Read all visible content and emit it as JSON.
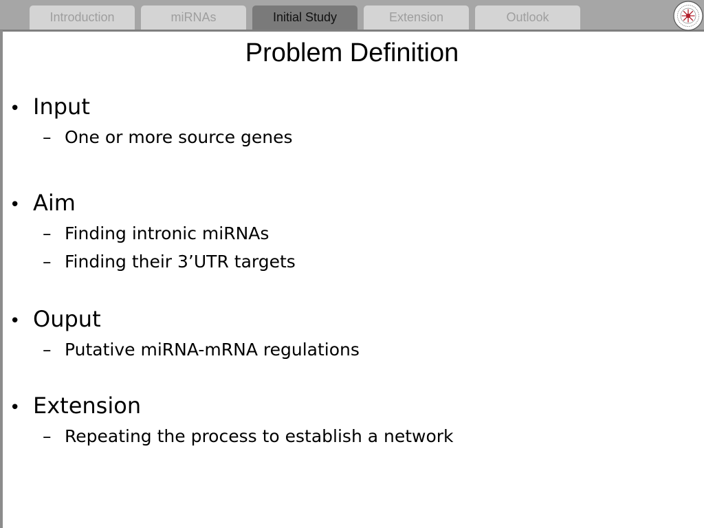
{
  "nav": {
    "tabs": [
      {
        "label": "Introduction",
        "active": false
      },
      {
        "label": "miRNAs",
        "active": false
      },
      {
        "label": "Initial Study",
        "active": true
      },
      {
        "label": "Extension",
        "active": false
      },
      {
        "label": "Outlook",
        "active": false
      }
    ]
  },
  "logo": {
    "icon": "university-seal-icon"
  },
  "slide": {
    "title": "Problem Definition",
    "sections": [
      {
        "heading": "Input",
        "items": [
          "One or more source genes"
        ]
      },
      {
        "heading": "Aim",
        "items": [
          "Finding intronic miRNAs",
          "Finding their 3’UTR targets"
        ]
      },
      {
        "heading": "Ouput",
        "items": [
          "Putative miRNA-mRNA regulations"
        ]
      },
      {
        "heading": "Extension",
        "items": [
          "Repeating the process to establish a network"
        ]
      }
    ]
  },
  "glyphs": {
    "bullet": "•",
    "dash": "–"
  },
  "colors": {
    "topbar": "#a6a6a6",
    "tab_inactive": "#d4d4d4",
    "tab_active": "#7a7a7a",
    "logo_red": "#b01f2a"
  }
}
